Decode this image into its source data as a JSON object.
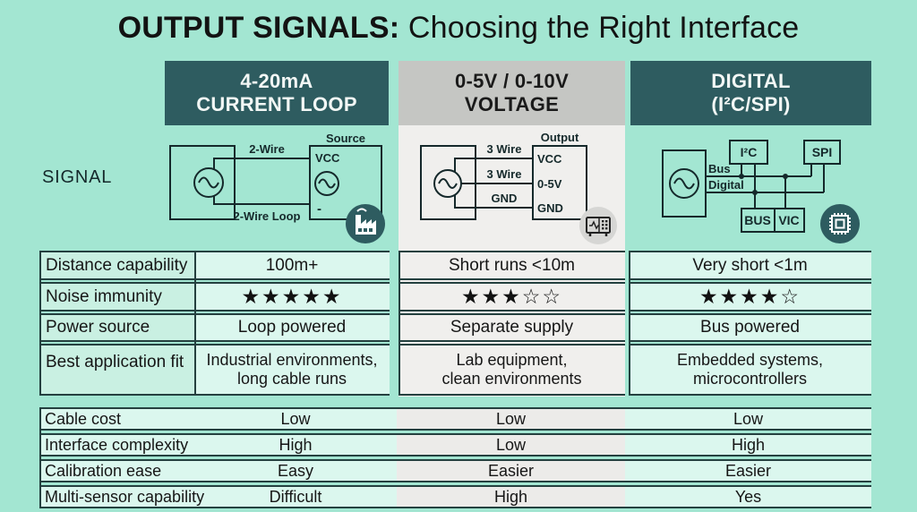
{
  "title": {
    "emphasis": "OUTPUT SIGNALS:",
    "rest": " Choosing the Right Interface"
  },
  "signal_label": "SIGNAL",
  "columns": [
    {
      "header_line1": "4-20mA",
      "header_line2": "CURRENT LOOP"
    },
    {
      "header_line1": "0-5V / 0-10V",
      "header_line2": "VOLTAGE"
    },
    {
      "header_line1": "DIGITAL",
      "header_line2": "(I²C/SPI)"
    }
  ],
  "diagrams": {
    "current_loop": {
      "top_wire": "2-Wire",
      "bottom_wire": "2-Wire Loop",
      "box_title": "Source",
      "pin_top": "VCC",
      "pin_bottom": "-",
      "icon": "factory-icon"
    },
    "voltage": {
      "wire1": "3 Wire",
      "wire2": "3 Wire",
      "wire3": "GND",
      "box_title": "Output",
      "pin1": "VCC",
      "pin2": "0-5V",
      "pin3": "GND",
      "icon": "oscilloscope-icon"
    },
    "digital": {
      "wire1": "Bus",
      "wire2": "Digital",
      "box_i2c": "I²C",
      "box_spi": "SPI",
      "box_bus": "BUS",
      "box_vic": "VIC",
      "icon": "microchip-icon"
    }
  },
  "comparison": {
    "rows": [
      {
        "label": "Distance capability",
        "values": [
          "100m+",
          "Short runs <10m",
          "Very short <1m"
        ]
      },
      {
        "label": "Noise immunity",
        "values": [
          "★★★★★",
          "★★★☆☆",
          "★★★★☆"
        ]
      },
      {
        "label": "Power source",
        "values": [
          "Loop powered",
          "Separate supply",
          "Bus powered"
        ]
      },
      {
        "label": "Best application fit",
        "values": [
          {
            "line1": "Industrial environments,",
            "line2": "long cable runs"
          },
          {
            "line1": "Lab equipment,",
            "line2": "clean environments"
          },
          {
            "line1": "Embedded systems,",
            "line2": "microcontrollers"
          }
        ]
      }
    ]
  },
  "footer_table": {
    "rows": [
      {
        "label": "Cable cost",
        "values": [
          "Low",
          "Low",
          "Low"
        ]
      },
      {
        "label": "Interface complexity",
        "values": [
          "High",
          "Low",
          "High"
        ]
      },
      {
        "label": "Calibration ease",
        "values": [
          "Easy",
          "Easier",
          "Easier"
        ]
      },
      {
        "label": "Multi-sensor capability",
        "values": [
          "Difficult",
          "High",
          "Yes"
        ]
      }
    ]
  },
  "colors": {
    "background": "#a3e6d2",
    "teal_dark": "#2e5c60",
    "header_gray": "#c5c6c3",
    "panel_light": "#f0efed",
    "cell_mint": "#dbf7ee",
    "label_mint": "#c9f0e2",
    "cell_gray": "#ecebe9",
    "rule_line": "#24403f"
  }
}
